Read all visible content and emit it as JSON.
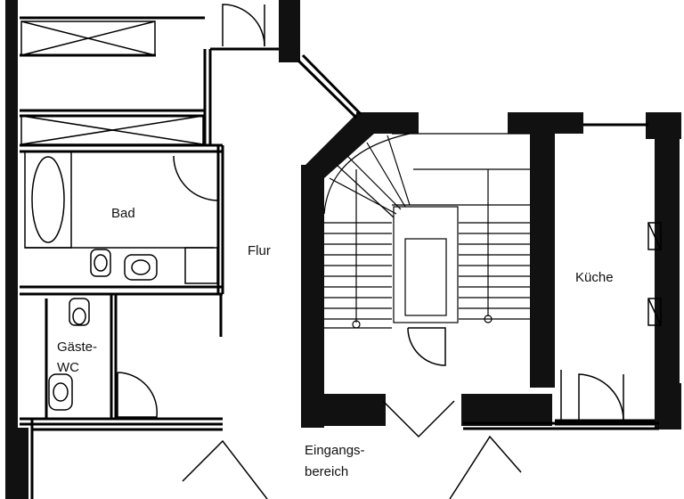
{
  "rooms": {
    "bad": "Bad",
    "flur": "Flur",
    "kueche": "Küche",
    "gaeste_line1": "Gäste-",
    "gaeste_line2": "WC",
    "eingang_line1": "Eingangs-",
    "eingang_line2": "bereich"
  },
  "colors": {
    "wall": "#111111",
    "line": "#000000",
    "background": "#ffffff"
  }
}
